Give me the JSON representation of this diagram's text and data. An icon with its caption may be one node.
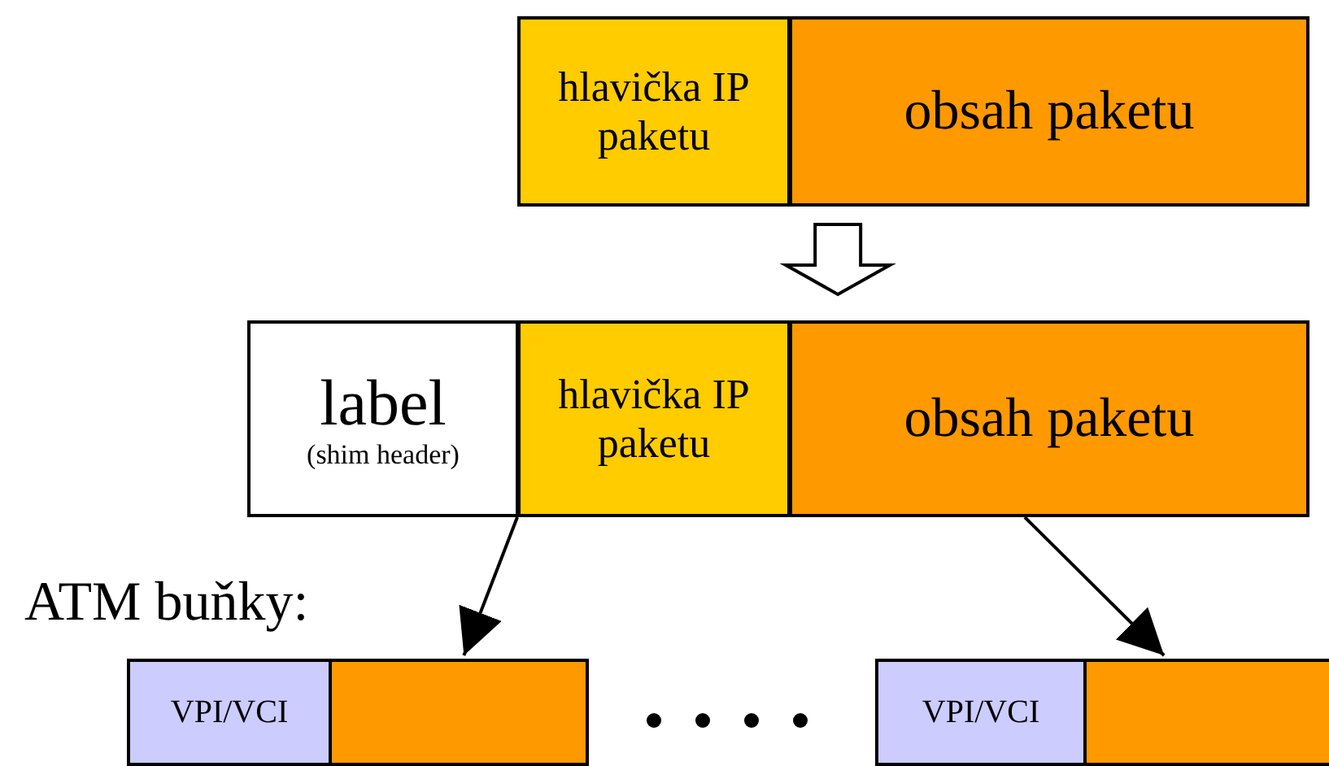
{
  "diagram": {
    "nodes": [
      {
        "text": [
          "hlavička IP paketu"
        ]
      },
      {
        "text": [
          "obsah paketu"
        ]
      },
      {
        "text": [
          "label",
          "(shim header)"
        ]
      },
      {
        "text": [
          "hlavička IP paketu"
        ]
      },
      {
        "text": [
          "obsah paketu"
        ]
      },
      {
        "text": [
          "VPI/VCI"
        ]
      },
      {
        "text": [],
        "shape": "box"
      },
      {
        "text": [
          "VPI/VCI"
        ]
      },
      {
        "text": [],
        "shape": "box"
      }
    ],
    "edges": [
      {
        "from": 1,
        "to": 4,
        "arrow": "to",
        "style": "thick"
      },
      {
        "from": 3,
        "to": 6,
        "arrow": "to"
      },
      {
        "from": 4,
        "to": 8,
        "arrow": "to"
      }
    ],
    "labels": [
      "ATM buňky:"
    ]
  }
}
